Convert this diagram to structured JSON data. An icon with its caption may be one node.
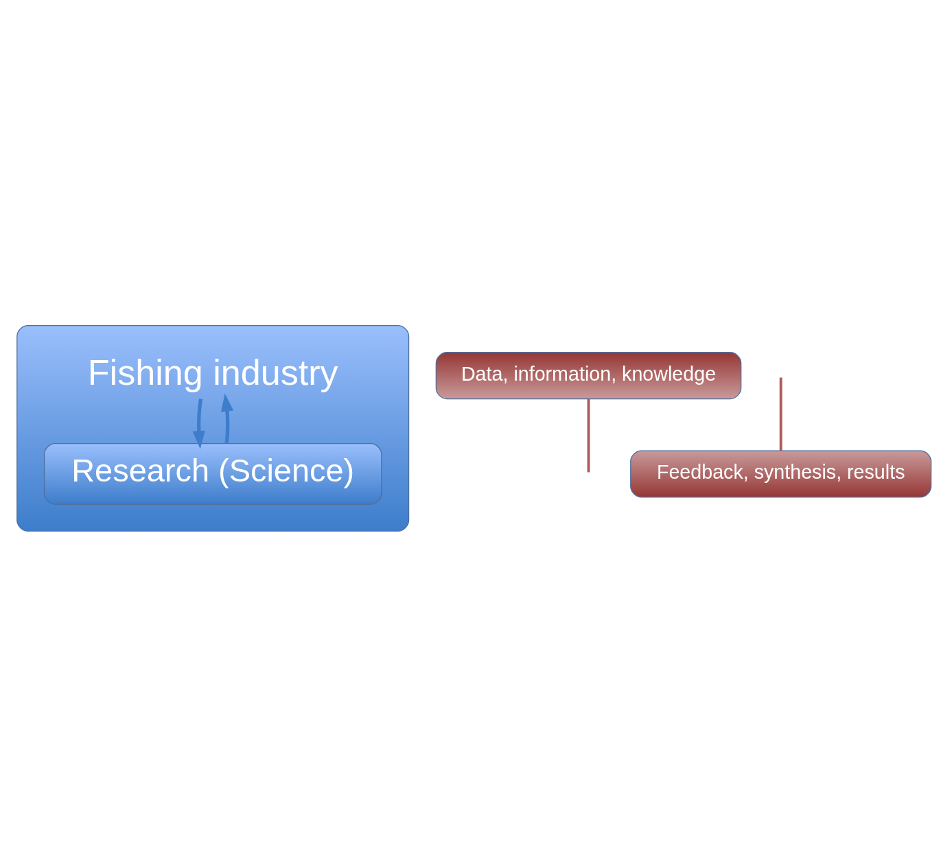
{
  "diagram": {
    "nodes": [
      {
        "text": [
          "Fishing industry"
        ]
      },
      {
        "text": [
          "Research (Science)"
        ],
        "in": 0
      },
      {
        "text": [
          "Data, information, knowledge"
        ]
      },
      {
        "text": [
          "Feedback, synthesis, results"
        ]
      }
    ],
    "edges": [
      {
        "from": 0,
        "to": 1,
        "arrow": "to"
      },
      {
        "from": 1,
        "to": 0,
        "arrow": "to"
      },
      {
        "from": 2,
        "to": null,
        "arrow": "none",
        "color": "#b05a5a"
      },
      {
        "from": 3,
        "to": null,
        "arrow": "none",
        "color": "#b05a5a"
      }
    ]
  }
}
